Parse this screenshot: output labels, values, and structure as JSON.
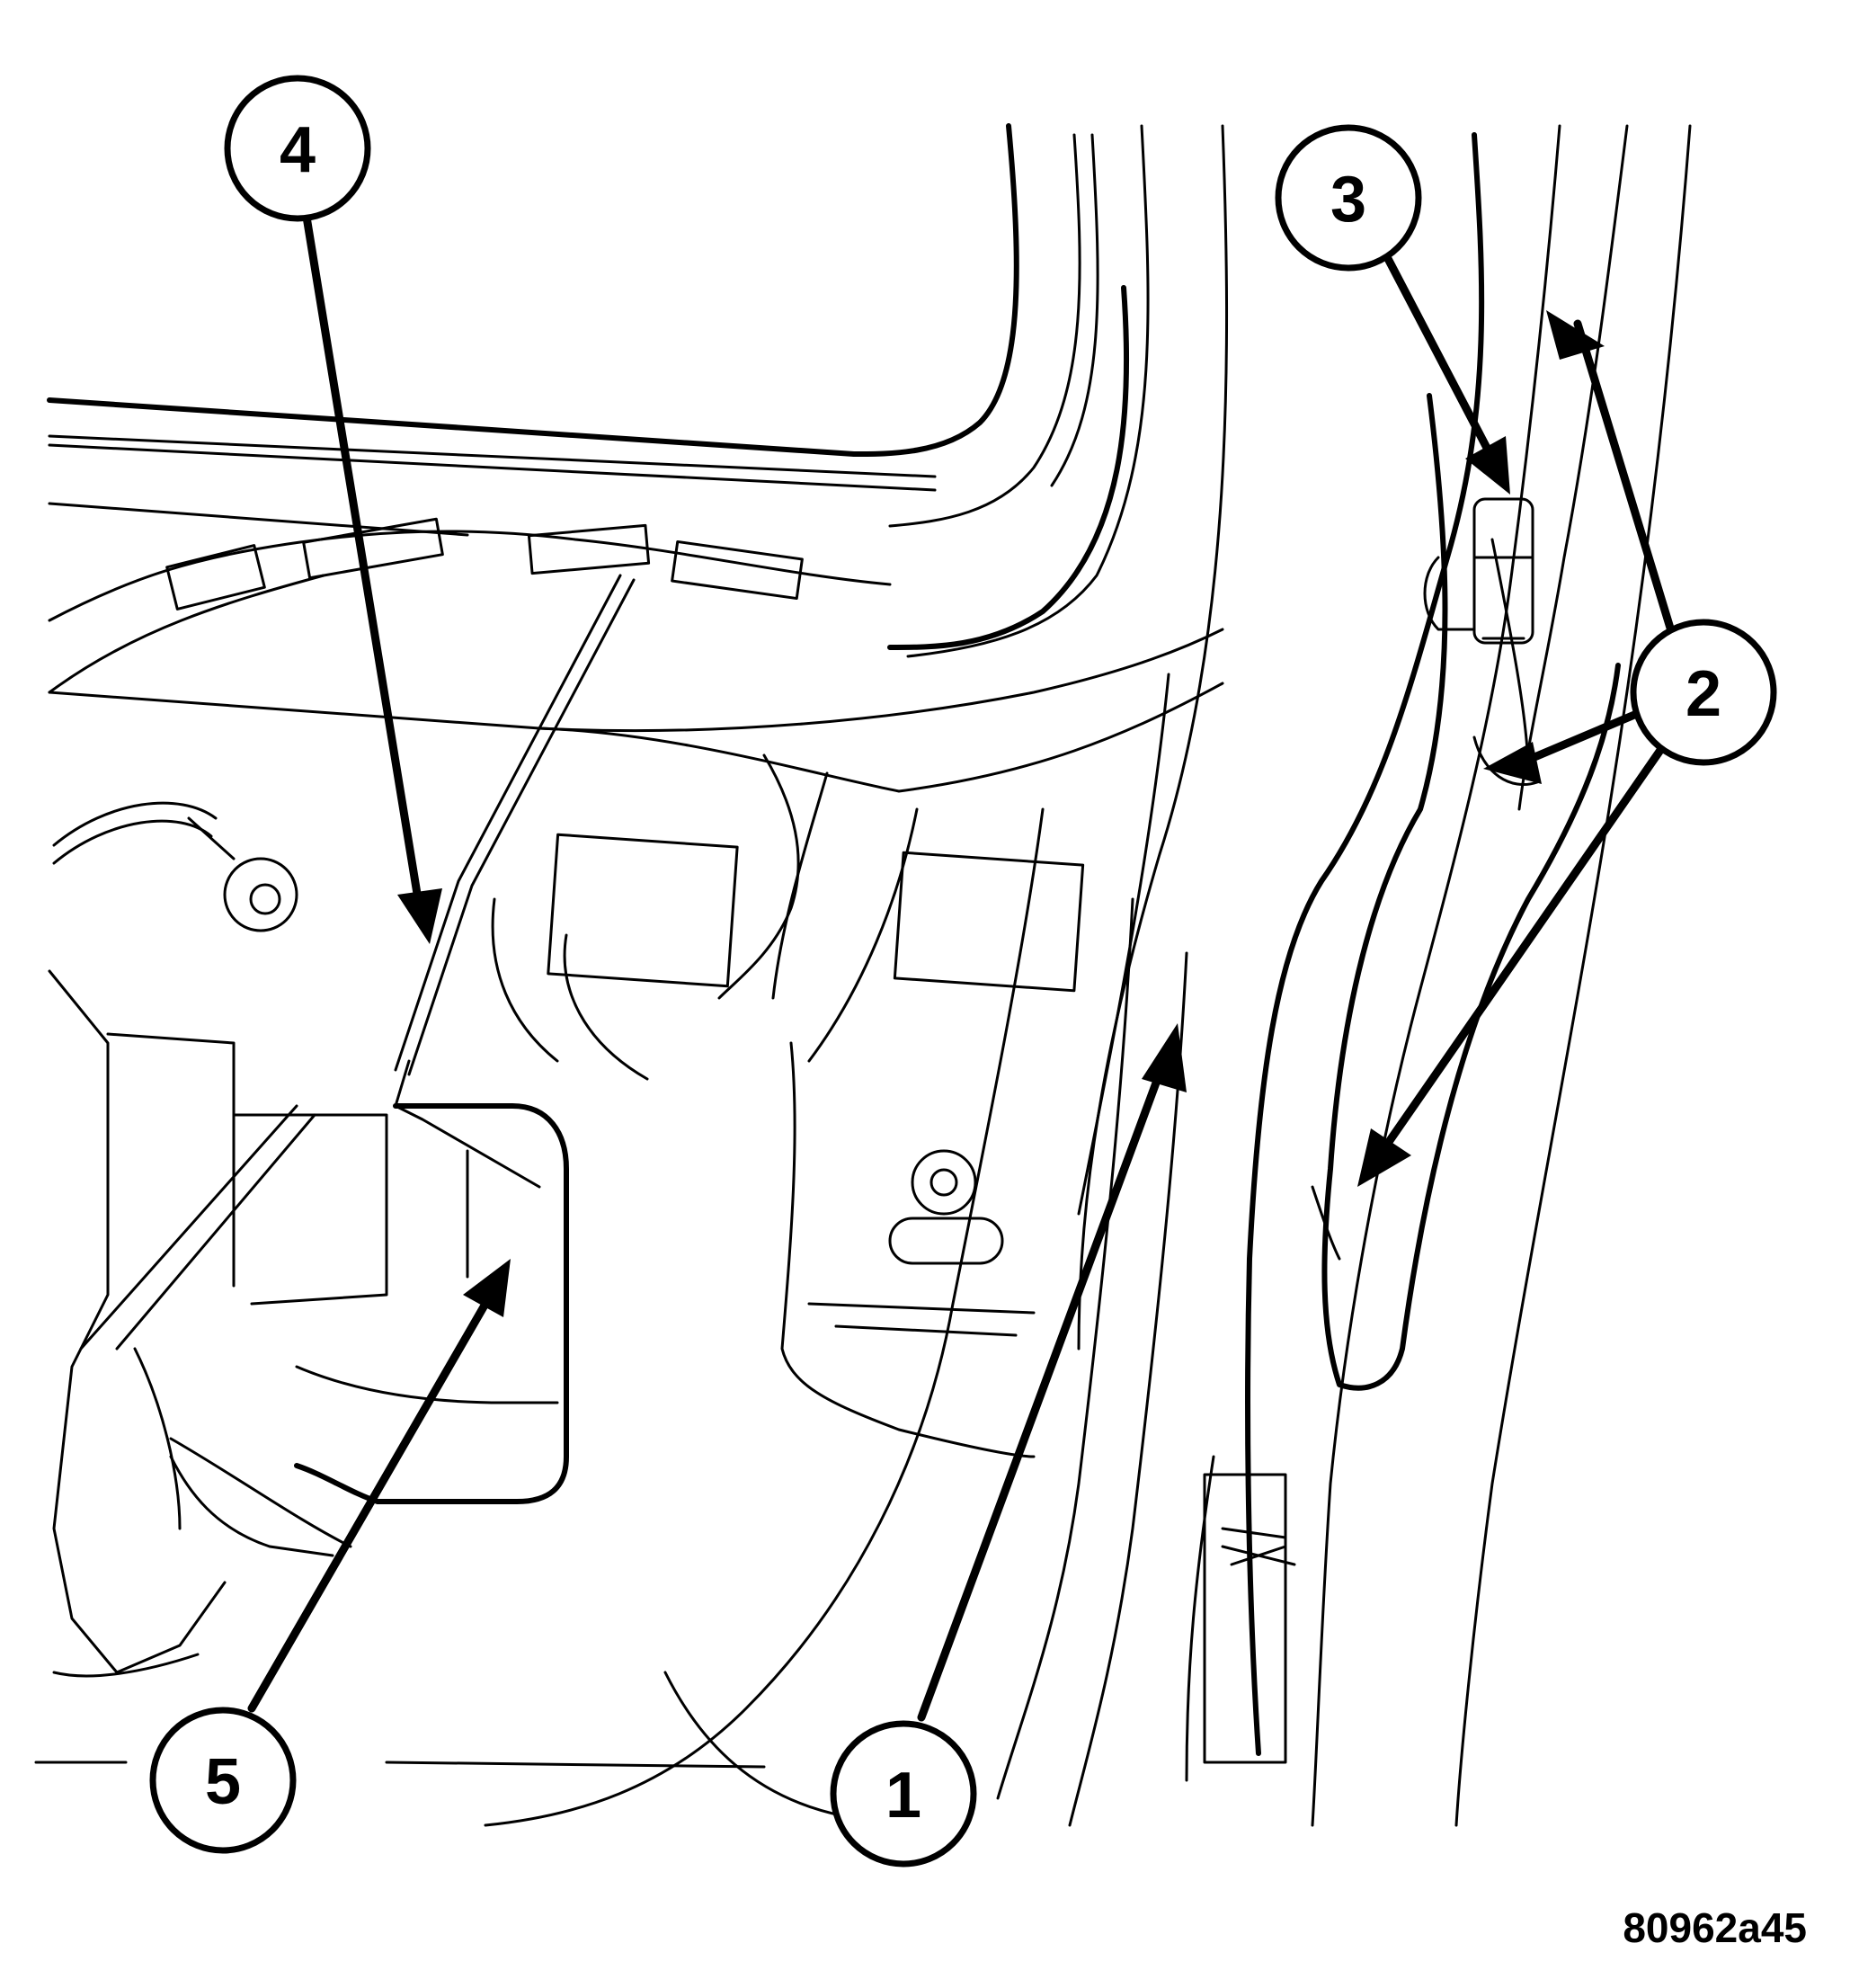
{
  "figure_id": "80962a45",
  "callouts": [
    {
      "number": "1"
    },
    {
      "number": "2"
    },
    {
      "number": "3"
    },
    {
      "number": "4"
    },
    {
      "number": "5"
    }
  ]
}
